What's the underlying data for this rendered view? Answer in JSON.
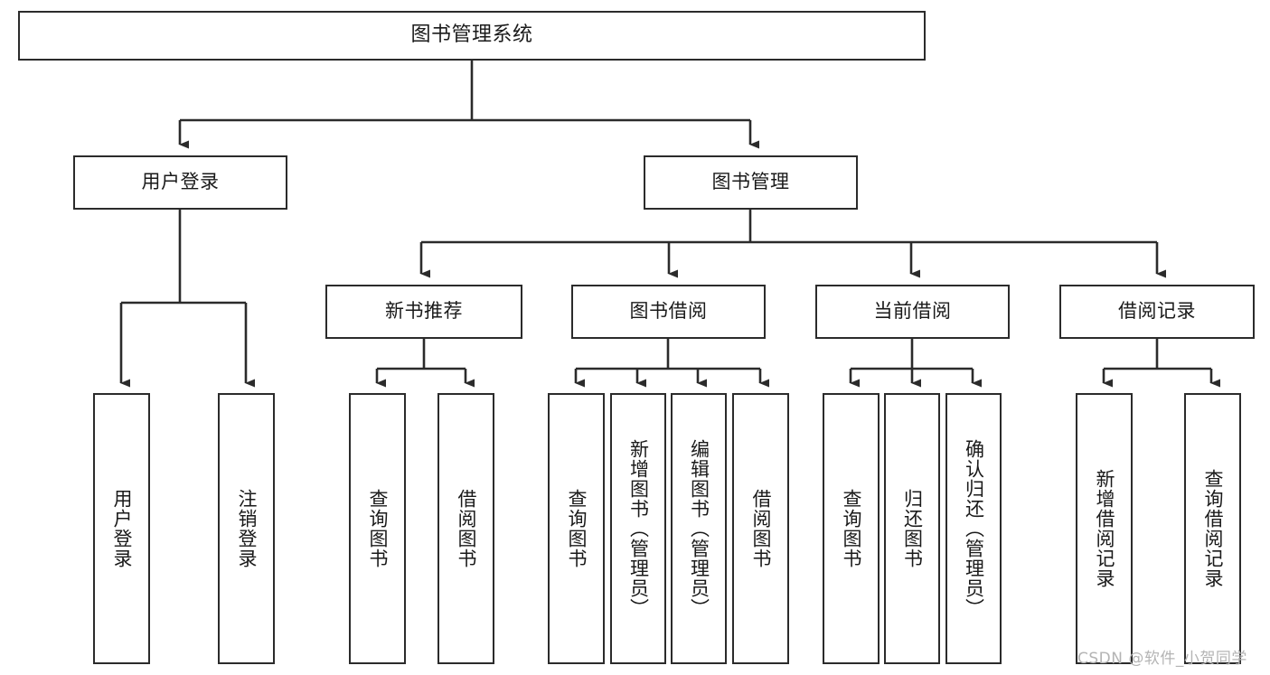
{
  "diagram": {
    "type": "tree-hierarchy-chart",
    "title": "图书管理系统",
    "stroke_color": "#2b2b2b",
    "fill_color": "#ffffff",
    "text_color": "#1a1a1a",
    "root": {
      "label": "图书管理系统"
    },
    "level2": [
      {
        "id": "user-login",
        "label": "用户登录"
      },
      {
        "id": "book-manage",
        "label": "图书管理"
      }
    ],
    "level3": [
      {
        "id": "new-book-recommend",
        "label": "新书推荐",
        "parent": "book-manage"
      },
      {
        "id": "book-borrow",
        "label": "图书借阅",
        "parent": "book-manage"
      },
      {
        "id": "current-borrow",
        "label": "当前借阅",
        "parent": "book-manage"
      },
      {
        "id": "borrow-record",
        "label": "借阅记录",
        "parent": "book-manage"
      }
    ],
    "leaves": [
      {
        "id": "leaf-user-login",
        "label": "用户登录",
        "parent": "user-login"
      },
      {
        "id": "leaf-logout-login",
        "label": "注销登录",
        "parent": "user-login"
      },
      {
        "id": "leaf-query-book-1",
        "label": "查询图书",
        "parent": "new-book-recommend"
      },
      {
        "id": "leaf-borrow-book-1",
        "label": "借阅图书",
        "parent": "new-book-recommend"
      },
      {
        "id": "leaf-query-book-2",
        "label": "查询图书",
        "parent": "book-borrow"
      },
      {
        "id": "leaf-add-book",
        "label": "新增图书（管理员）",
        "parent": "book-borrow"
      },
      {
        "id": "leaf-edit-book",
        "label": "编辑图书（管理员）",
        "parent": "book-borrow"
      },
      {
        "id": "leaf-borrow-book-2",
        "label": "借阅图书",
        "parent": "book-borrow"
      },
      {
        "id": "leaf-query-book-3",
        "label": "查询图书",
        "parent": "current-borrow"
      },
      {
        "id": "leaf-return-book",
        "label": "归还图书",
        "parent": "current-borrow"
      },
      {
        "id": "leaf-confirm-return",
        "label": "确认归还（管理员）",
        "parent": "current-borrow"
      },
      {
        "id": "leaf-add-record",
        "label": "新增借阅记录",
        "parent": "borrow-record"
      },
      {
        "id": "leaf-query-record",
        "label": "查询借阅记录",
        "parent": "borrow-record"
      }
    ]
  },
  "watermark": {
    "text": "CSDN @软件_小贺同学"
  }
}
